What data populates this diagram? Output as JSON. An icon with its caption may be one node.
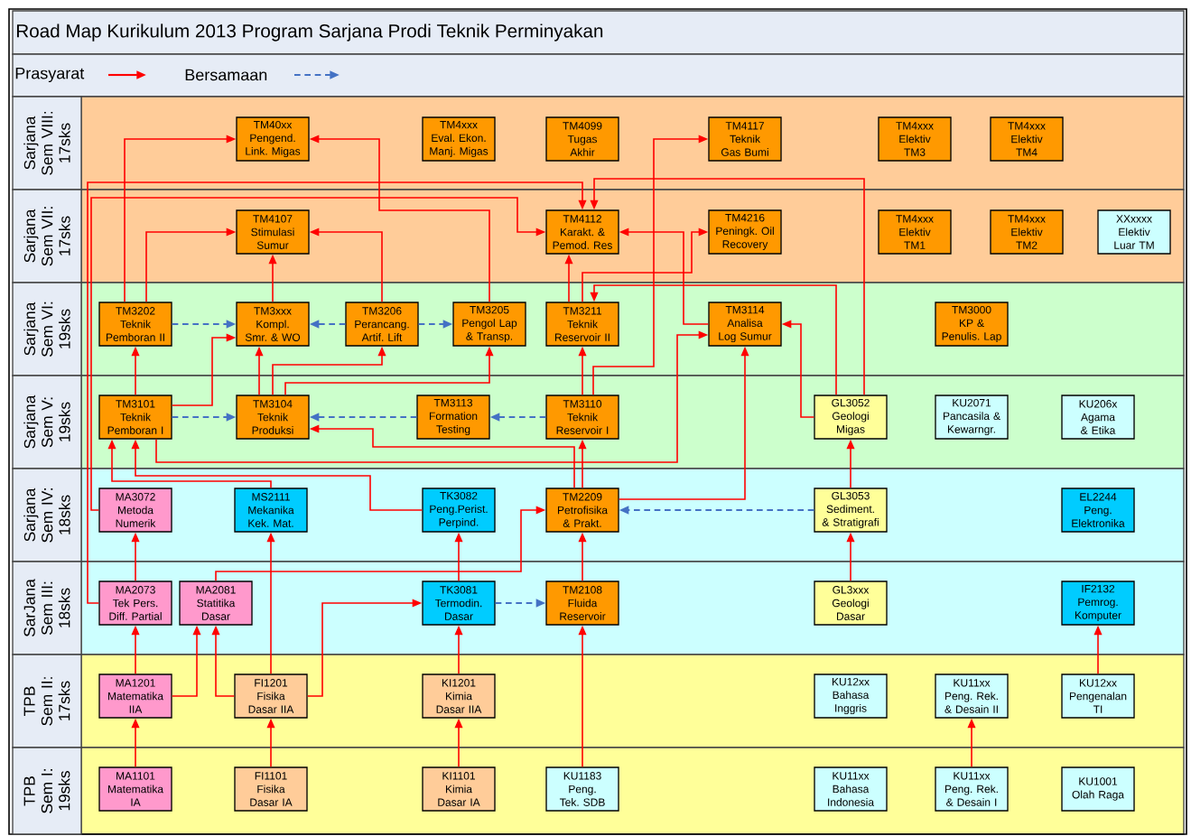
{
  "diagram": {
    "title": "Road Map Kurikulum 2013 Program Sarjana Prodi Teknik Perminyakan",
    "nodes": [
      {
        "text": [
          "TM40xx",
          "Pengend. Link. Migas"
        ]
      },
      {
        "text": [
          "TM4xxx",
          "Eval. Ekon. Manj. Migas"
        ]
      },
      {
        "text": [
          "TM4099",
          "Tugas Akhir"
        ]
      },
      {
        "text": [
          "TM4117",
          "Teknik Gas Bumi"
        ]
      },
      {
        "text": [
          "TM4xxx",
          "Elektiv TM3"
        ]
      },
      {
        "text": [
          "TM4xxx",
          "Elektiv TM4"
        ]
      },
      {
        "text": [
          "TM4107",
          "Stimulasi Sumur"
        ]
      },
      {
        "text": [
          "TM4112",
          "Karakt. & Pemod. Res"
        ]
      },
      {
        "text": [
          "TM4216",
          "Peningk. Oil Recovery"
        ]
      },
      {
        "text": [
          "TM4xxx",
          "Elektiv TM1"
        ]
      },
      {
        "text": [
          "TM4xxx",
          "Elektiv TM2"
        ]
      },
      {
        "text": [
          "XXxxxx",
          "Elektiv Luar TM"
        ]
      },
      {
        "text": [
          "TM3202",
          "Teknik Pemboran II"
        ]
      },
      {
        "text": [
          "TM3xxx",
          "Kompl. Smr. & WO"
        ]
      },
      {
        "text": [
          "TM3206",
          "Perancang. Artif. Lift"
        ]
      },
      {
        "text": [
          "TM3205",
          "Pengol Lap & Transp."
        ]
      },
      {
        "text": [
          "TM3211",
          "Teknik Reservoir II"
        ]
      },
      {
        "text": [
          "TM3114",
          "Analisa Log Sumur"
        ]
      },
      {
        "text": [
          "TM3000",
          "KP & Penulis. Lap"
        ]
      },
      {
        "text": [
          "TM3101",
          "Teknik Pemboran I"
        ]
      },
      {
        "text": [
          "TM3104",
          "Teknik Produksi"
        ]
      },
      {
        "text": [
          "TM3113",
          "Formation Testing"
        ]
      },
      {
        "text": [
          "TM3110",
          "Teknik Reservoir I"
        ]
      },
      {
        "text": [
          "GL3052",
          "Geologi Migas"
        ]
      },
      {
        "text": [
          "KU2071",
          "Pancasila & Kewarngr."
        ]
      },
      {
        "text": [
          "KU206x",
          "Agama & Etika"
        ]
      },
      {
        "text": [
          "MA3072",
          "Metoda Numerik"
        ]
      },
      {
        "text": [
          "MS2111",
          "Mekanika Kek. Mat."
        ]
      },
      {
        "text": [
          "TK3082",
          "Peng.Perist. Perpind."
        ]
      },
      {
        "text": [
          "TM2209",
          "Petrofisika & Prakt."
        ]
      },
      {
        "text": [
          "GL3053",
          "Sediment. & Stratigrafi"
        ]
      },
      {
        "text": [
          "EL2244",
          "Peng. Elektronika"
        ]
      },
      {
        "text": [
          "MA2073",
          "Tek Pers. Diff. Partial"
        ]
      },
      {
        "text": [
          "MA2081",
          "Statitika Dasar"
        ]
      },
      {
        "text": [
          "TK3081",
          "Termodin. Dasar"
        ]
      },
      {
        "text": [
          "TM2108",
          "Fluida Reservoir"
        ]
      },
      {
        "text": [
          "GL3xxx",
          "Geologi Dasar"
        ]
      },
      {
        "text": [
          "IF2132",
          "Pemrog. Komputer"
        ]
      },
      {
        "text": [
          "MA1201",
          "Matematika IIA"
        ]
      },
      {
        "text": [
          "FI1201",
          "Fisika Dasar IIA"
        ]
      },
      {
        "text": [
          "KI1201",
          "Kimia Dasar IIA"
        ]
      },
      {
        "text": [
          "KU12xx",
          "Bahasa Inggris"
        ]
      },
      {
        "text": [
          "KU11xx",
          "Peng. Rek. & Desain II"
        ]
      },
      {
        "text": [
          "KU12xx",
          "Pengenalan TI"
        ]
      },
      {
        "text": [
          "MA1101",
          "Matematika IA"
        ]
      },
      {
        "text": [
          "FI1101",
          "Fisika Dasar IA"
        ]
      },
      {
        "text": [
          "KI1101",
          "Kimia Dasar IA"
        ]
      },
      {
        "text": [
          "KU1183",
          "Peng. Tek. SDB"
        ]
      },
      {
        "text": [
          "KU11xx",
          "Bahasa Indonesia"
        ]
      },
      {
        "text": [
          "KU11xx",
          "Peng. Rek. & Desain I"
        ]
      },
      {
        "text": [
          "KU1001",
          "Olah Raga"
        ]
      }
    ],
    "edges": [
      {
        "from": 44,
        "to": 38,
        "arrow": "to"
      },
      {
        "from": 38,
        "to": 32,
        "arrow": "to"
      },
      {
        "from": 38,
        "to": 33,
        "arrow": "to"
      },
      {
        "from": 39,
        "to": 33,
        "arrow": "to"
      },
      {
        "from": 39,
        "to": 27,
        "arrow": "to"
      },
      {
        "from": 39,
        "to": 34,
        "arrow": "to"
      },
      {
        "from": 45,
        "to": 39,
        "arrow": "to"
      },
      {
        "from": 46,
        "to": 40,
        "arrow": "to"
      },
      {
        "from": 40,
        "to": 34,
        "arrow": "to"
      },
      {
        "from": 34,
        "to": 28,
        "arrow": "to"
      },
      {
        "from": 47,
        "to": 35,
        "arrow": "to"
      },
      {
        "from": 35,
        "to": 29,
        "arrow": "to"
      },
      {
        "from": 34,
        "to": 35,
        "arrow": "to",
        "style": "dashed",
        "color": "#4472c4"
      },
      {
        "from": 33,
        "to": 29,
        "arrow": "to"
      },
      {
        "from": 32,
        "to": 26,
        "arrow": "to"
      },
      {
        "from": 32,
        "to": 7,
        "arrow": "to"
      },
      {
        "from": 26,
        "to": 7,
        "arrow": "to"
      },
      {
        "from": 23,
        "to": 7,
        "arrow": "to"
      },
      {
        "from": 23,
        "to": 16,
        "arrow": "to"
      },
      {
        "from": 23,
        "to": 17,
        "arrow": "to"
      },
      {
        "from": 30,
        "to": 23,
        "arrow": "to"
      },
      {
        "from": 36,
        "to": 30,
        "arrow": "to"
      },
      {
        "from": 30,
        "to": 29,
        "arrow": "to",
        "style": "dashed",
        "color": "#4472c4"
      },
      {
        "from": 29,
        "to": 17,
        "arrow": "to"
      },
      {
        "from": 29,
        "to": 22,
        "arrow": "to"
      },
      {
        "from": 29,
        "to": 20,
        "arrow": "to"
      },
      {
        "from": 22,
        "to": 16,
        "arrow": "to"
      },
      {
        "from": 16,
        "to": 7,
        "arrow": "to"
      },
      {
        "from": 22,
        "to": 3,
        "arrow": "to"
      },
      {
        "from": 16,
        "to": 8,
        "arrow": "to"
      },
      {
        "from": 17,
        "to": 7,
        "arrow": "to"
      },
      {
        "from": 19,
        "to": 17,
        "arrow": "to"
      },
      {
        "from": 20,
        "to": 15,
        "arrow": "to"
      },
      {
        "from": 20,
        "to": 14,
        "arrow": "to"
      },
      {
        "from": 20,
        "to": 13,
        "arrow": "to"
      },
      {
        "from": 19,
        "to": 13,
        "arrow": "to"
      },
      {
        "from": 19,
        "to": 12,
        "arrow": "to"
      },
      {
        "from": 12,
        "to": 0,
        "arrow": "to"
      },
      {
        "from": 12,
        "to": 6,
        "arrow": "to"
      },
      {
        "from": 13,
        "to": 6,
        "arrow": "to"
      },
      {
        "from": 14,
        "to": 6,
        "arrow": "to"
      },
      {
        "from": 15,
        "to": 0,
        "arrow": "to"
      },
      {
        "from": 12,
        "to": 13,
        "arrow": "to",
        "style": "dashed",
        "color": "#4472c4"
      },
      {
        "from": 14,
        "to": 13,
        "arrow": "to",
        "style": "dashed",
        "color": "#4472c4"
      },
      {
        "from": 14,
        "to": 15,
        "arrow": "to",
        "style": "dashed",
        "color": "#4472c4"
      },
      {
        "from": 19,
        "to": 20,
        "arrow": "to",
        "style": "dashed",
        "color": "#4472c4"
      },
      {
        "from": 21,
        "to": 20,
        "arrow": "to",
        "style": "dashed",
        "color": "#4472c4"
      },
      {
        "from": 22,
        "to": 21,
        "arrow": "to",
        "style": "dashed",
        "color": "#4472c4"
      },
      {
        "from": 27,
        "to": 19,
        "arrow": "to"
      },
      {
        "from": 28,
        "to": 19,
        "arrow": "to"
      },
      {
        "from": 49,
        "to": 42,
        "arrow": "to"
      },
      {
        "from": 43,
        "to": 37,
        "arrow": "to"
      }
    ],
    "labels": [
      "Sarjana Sem VIII: 17sks",
      "Sarjana Sem VII: 17sks",
      "Sarjana Sem VI: 19sks",
      "Sarjana Sem V: 19sks",
      "Sarjana Sem IV: 18sks",
      "SarJana Sem III: 18sks",
      "TPB Sem II: 17sks",
      "TPB Sem I: 19sks"
    ],
    "legend": [
      {
        "text": "Prasyarat"
      },
      {
        "text": "Bersamaan"
      }
    ]
  }
}
